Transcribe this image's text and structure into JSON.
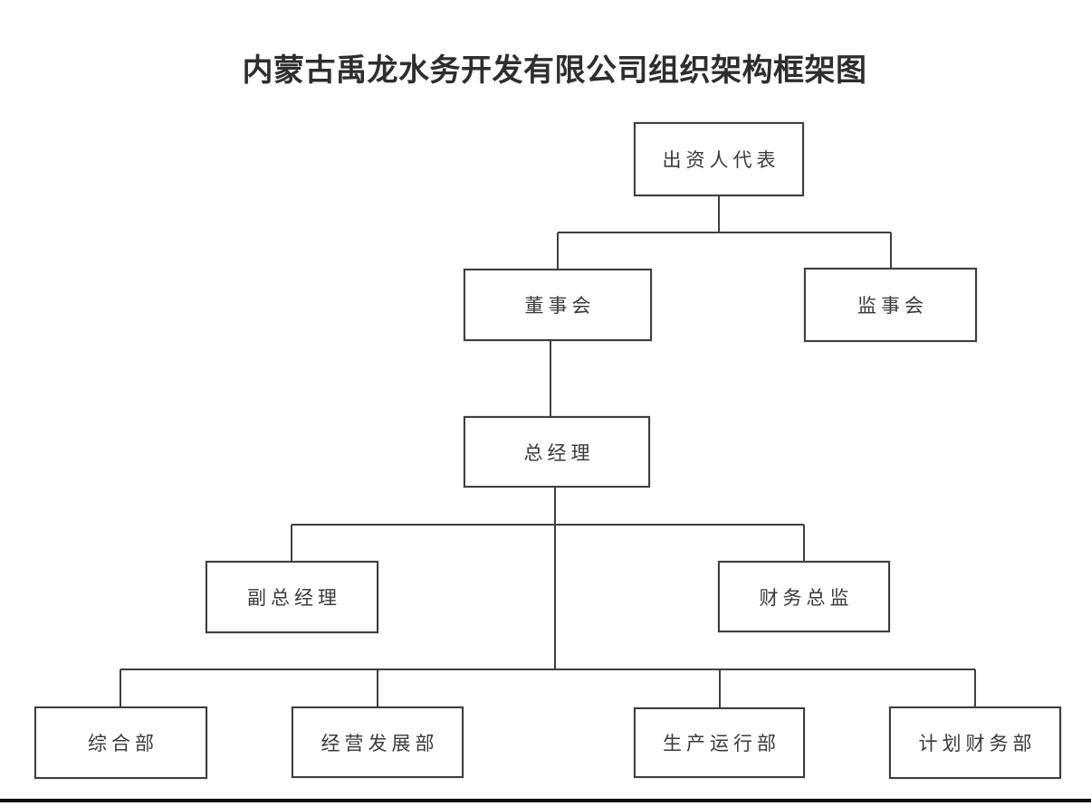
{
  "title": "内蒙古禹龙水务开发有限公司组织架构框架图",
  "org_chart": {
    "type": "org-tree",
    "line_color": "#3f3f3f",
    "box_border_color": "#3f3f3f",
    "text_color": "#3a3a3a",
    "nodes": [
      {
        "id": "investor-representative",
        "label": "出资人代表",
        "level": 1,
        "parent": null
      },
      {
        "id": "board-of-directors",
        "label": "董事会",
        "level": 2,
        "parent": "investor-representative"
      },
      {
        "id": "supervisory-board",
        "label": "监事会",
        "level": 2,
        "parent": "investor-representative"
      },
      {
        "id": "general-manager",
        "label": "总经理",
        "level": 3,
        "parent": "board-of-directors"
      },
      {
        "id": "deputy-general-manager",
        "label": "副总经理",
        "level": 4,
        "parent": "general-manager"
      },
      {
        "id": "finance-director",
        "label": "财务总监",
        "level": 4,
        "parent": "general-manager"
      },
      {
        "id": "general-affairs-dept",
        "label": "综合部",
        "level": 5,
        "parent": "general-manager"
      },
      {
        "id": "business-development-dept",
        "label": "经营发展部",
        "level": 5,
        "parent": "general-manager"
      },
      {
        "id": "production-operation-dept",
        "label": "生产运行部",
        "level": 5,
        "parent": "general-manager"
      },
      {
        "id": "planning-finance-dept",
        "label": "计划财务部",
        "level": 5,
        "parent": "general-manager"
      }
    ]
  }
}
